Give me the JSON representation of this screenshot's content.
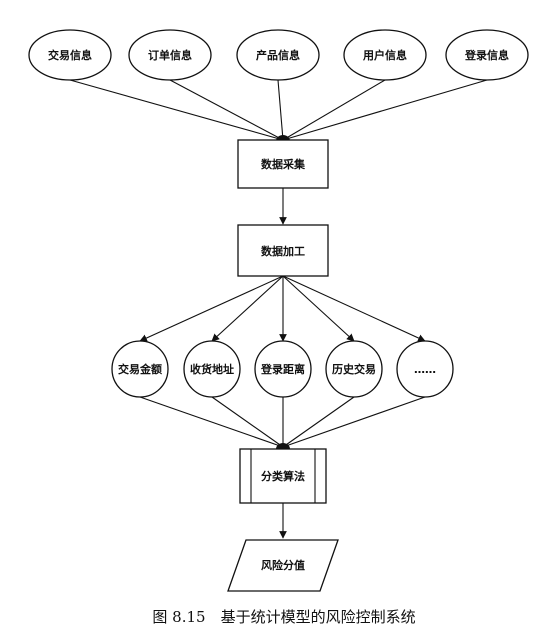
{
  "diagram": {
    "sources": [
      "交易信息",
      "订单信息",
      "产品信息",
      "用户信息",
      "登录信息"
    ],
    "collect": "数据采集",
    "process": "数据加工",
    "features": [
      "交易金额",
      "收货地址",
      "登录距离",
      "历史交易",
      "……"
    ],
    "algorithm": "分类算法",
    "output": "风险分值",
    "caption": "图 8.15　基于统计模型的风险控制系统"
  }
}
